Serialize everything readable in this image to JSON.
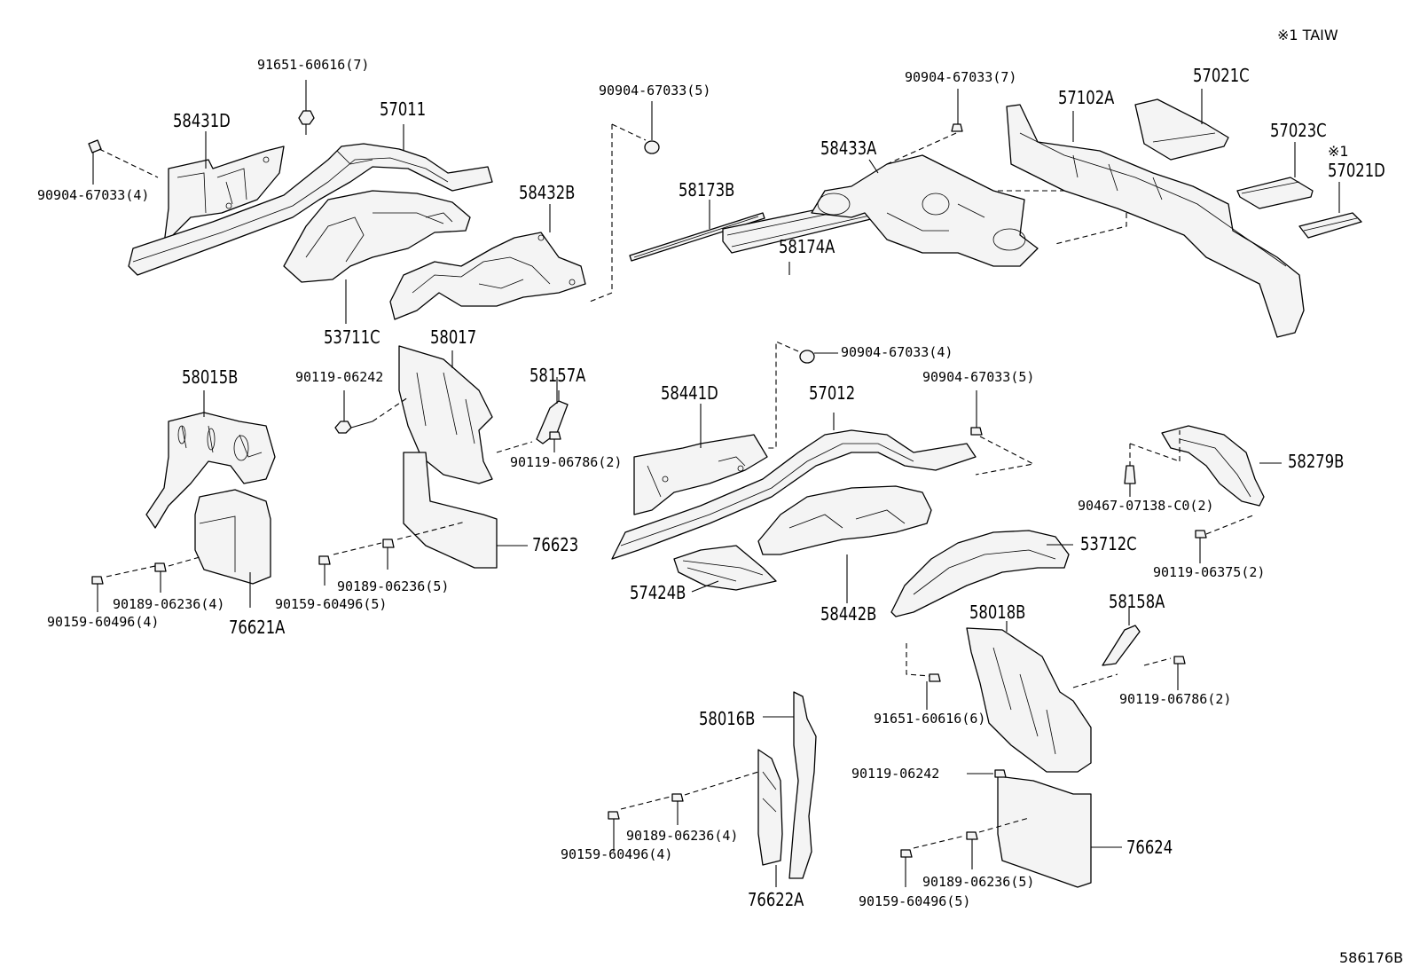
{
  "header_note": "※1  TAIW",
  "figure_code": "586176B",
  "ref_mark": "※1",
  "labels": {
    "p58431D": "58431D",
    "p57011": "57011",
    "p91651_60616_7": "91651-60616(7)",
    "p90904_67033_4_a": "90904-67033(4)",
    "p53711C": "53711C",
    "p58432B": "58432B",
    "p90904_67033_5_a": "90904-67033(5)",
    "p58173B": "58173B",
    "p90904_67033_7": "90904-67033(7)",
    "p58433A": "58433A",
    "p58174A": "58174A",
    "p57102A": "57102A",
    "p57021C": "57021C",
    "p57023C": "57023C",
    "p57021D": "57021D",
    "p58017": "58017",
    "p58015B": "58015B",
    "p90119_06242_a": "90119-06242",
    "p58157A": "58157A",
    "p90119_06786_2_a": "90119-06786(2)",
    "p76623": "76623",
    "p90189_06236_4_a": "90189-06236(4)",
    "p90159_60496_4": "90159-60496(4)",
    "p76621A": "76621A",
    "p90159_60496_5_a": "90159-60496(5)",
    "p90189_06236_5_a": "90189-06236(5)",
    "p90904_67033_4_b": "90904-67033(4)",
    "p90904_67033_5_b": "90904-67033(5)",
    "p58441D": "58441D",
    "p57012": "57012",
    "p58279B": "58279B",
    "p90467_07138": "90467-07138-C0(2)",
    "p90119_06375_2": "90119-06375(2)",
    "p53712C": "53712C",
    "p57424B": "57424B",
    "p58442B": "58442B",
    "p58018B": "58018B",
    "p58158A": "58158A",
    "p91651_60616_6": "91651-60616(6)",
    "p90119_06786_2_b": "90119-06786(2)",
    "p58016B": "58016B",
    "p90119_06242_b": "90119-06242",
    "p90189_06236_4_b": "90189-06236(4)",
    "p90159_60496_4_b": "90159-60496(4)",
    "p76622A": "76622A",
    "p76624": "76624",
    "p90189_06236_5_b": "90189-06236(5)",
    "p90159_60496_5_b": "90159-60496(5)"
  }
}
